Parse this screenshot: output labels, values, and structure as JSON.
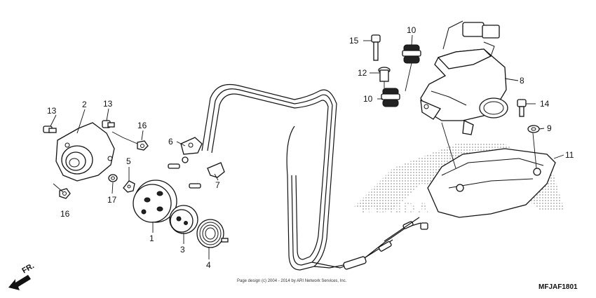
{
  "diagram_code": "MFJAF1801",
  "copyright": "Page design (c) 2004 - 2014 by ARI Network Services, Inc.",
  "direction_label": "FR.",
  "callouts": [
    {
      "id": "c1",
      "label": "1"
    },
    {
      "id": "c2",
      "label": "2"
    },
    {
      "id": "c3",
      "label": "3"
    },
    {
      "id": "c4",
      "label": "4"
    },
    {
      "id": "c5",
      "label": "5"
    },
    {
      "id": "c6",
      "label": "6"
    },
    {
      "id": "c7",
      "label": "7"
    },
    {
      "id": "c8",
      "label": "8"
    },
    {
      "id": "c9",
      "label": "9"
    },
    {
      "id": "c10a",
      "label": "10"
    },
    {
      "id": "c10b",
      "label": "10"
    },
    {
      "id": "c11",
      "label": "11"
    },
    {
      "id": "c12",
      "label": "12"
    },
    {
      "id": "c13a",
      "label": "13"
    },
    {
      "id": "c13b",
      "label": "13"
    },
    {
      "id": "c14",
      "label": "14"
    },
    {
      "id": "c15",
      "label": "15"
    },
    {
      "id": "c16a",
      "label": "16"
    },
    {
      "id": "c16b",
      "label": "16"
    },
    {
      "id": "c17",
      "label": "17"
    }
  ],
  "watermark": "HONDA"
}
